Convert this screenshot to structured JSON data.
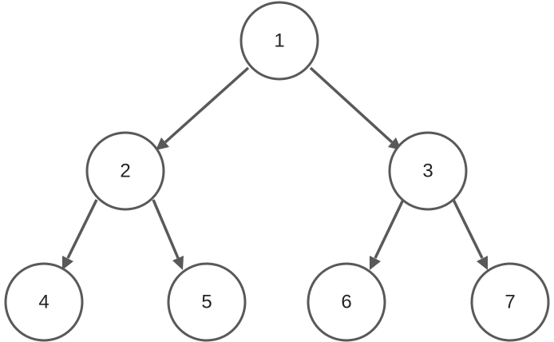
{
  "tree": {
    "nodes": [
      {
        "id": "n1",
        "label": "1"
      },
      {
        "id": "n2",
        "label": "2"
      },
      {
        "id": "n3",
        "label": "3"
      },
      {
        "id": "n4",
        "label": "4"
      },
      {
        "id": "n5",
        "label": "5"
      },
      {
        "id": "n6",
        "label": "6"
      },
      {
        "id": "n7",
        "label": "7"
      }
    ],
    "edges": [
      {
        "from": "n1",
        "to": "n2"
      },
      {
        "from": "n1",
        "to": "n3"
      },
      {
        "from": "n2",
        "to": "n4"
      },
      {
        "from": "n2",
        "to": "n5"
      },
      {
        "from": "n3",
        "to": "n6"
      },
      {
        "from": "n3",
        "to": "n7"
      }
    ],
    "colors": {
      "stroke": "#595959",
      "text": "#222222",
      "background": "#ffffff"
    }
  }
}
